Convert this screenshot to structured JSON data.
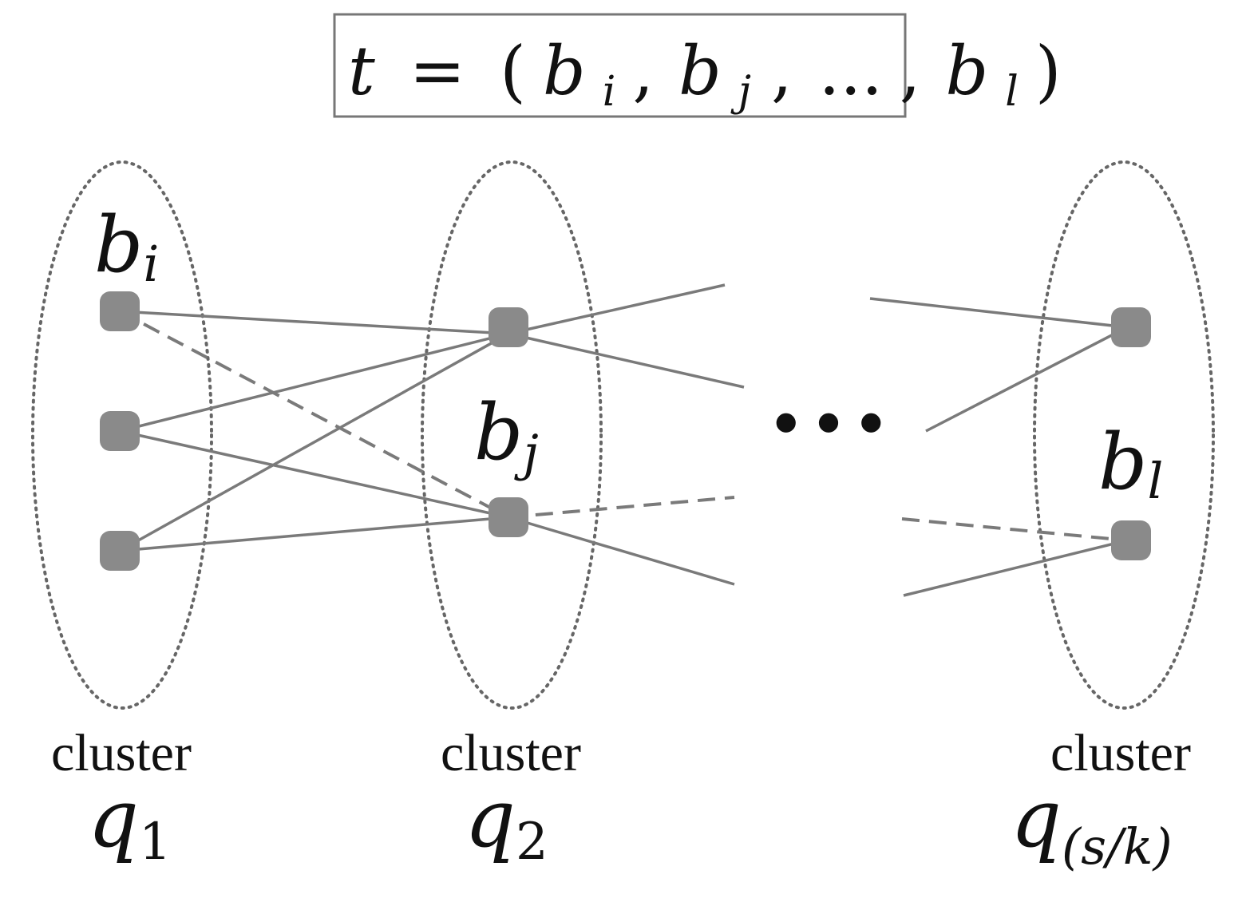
{
  "formula": {
    "lhs": "t",
    "eq": "=",
    "open": "(",
    "b1": "b",
    "b1_sub": "i",
    "comma1": ",",
    "b2": "b",
    "b2_sub": "j",
    "comma2": ",",
    "ellipsis": "...",
    "comma3": ",",
    "b3": "b",
    "b3_sub": "l",
    "close": ")"
  },
  "node_labels": [
    {
      "base": "b",
      "sub": "i"
    },
    {
      "base": "b",
      "sub": "j"
    },
    {
      "base": "b",
      "sub": "l"
    }
  ],
  "ellipsis_dots": "...",
  "clusters": [
    {
      "caption": "cluster",
      "symbol": "q",
      "sub": "1"
    },
    {
      "caption": "cluster",
      "symbol": "q",
      "sub": "2"
    },
    {
      "caption": "cluster",
      "symbol": "q",
      "sub": "(s/k)"
    }
  ],
  "colors": {
    "node": "#8a8a8a",
    "edge": "#7a7a7a",
    "cluster_outline": "#666666",
    "text": "#111111"
  }
}
